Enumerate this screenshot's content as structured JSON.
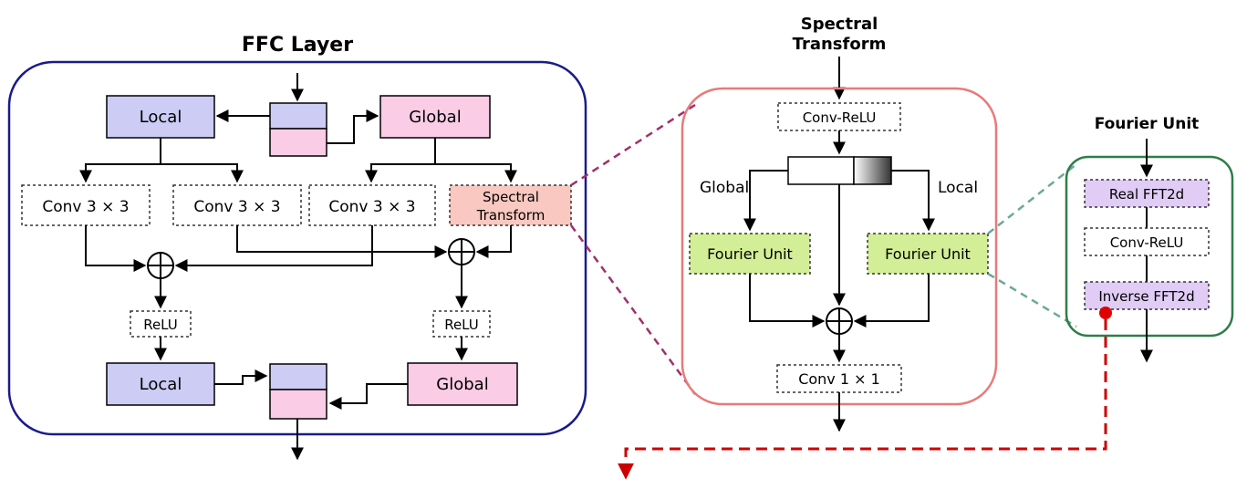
{
  "ffc_layer": {
    "title": "FFC Layer",
    "local_in": "Local",
    "global_in": "Global",
    "conv_local_local": "Conv 3 × 3",
    "conv_local_global": "Conv 3 × 3",
    "conv_global_local": "Conv 3 × 3",
    "spectral_line1": "Spectral",
    "spectral_line2": "Transform",
    "relu_left": "ReLU",
    "relu_right": "ReLU",
    "local_out": "Local",
    "global_out": "Global"
  },
  "spectral_transform": {
    "title_line1": "Spectral",
    "title_line2": "Transform",
    "conv_relu": "Conv-ReLU",
    "global_label": "Global",
    "local_label": "Local",
    "fourier_left": "Fourier Unit",
    "fourier_right": "Fourier Unit",
    "conv_out": "Conv 1 × 1"
  },
  "fourier_unit": {
    "title": "Fourier Unit",
    "real_fft": "Real FFT2d",
    "conv_relu": "Conv-ReLU",
    "inverse_fft": "Inverse FFT2d"
  },
  "colors": {
    "local": "#ccccf5",
    "global": "#fbcce6",
    "spectral": "#f9c8c0",
    "fourier": "#d2ee96",
    "fft": "#e0ccf5",
    "ffc_border": "#1a1a8c",
    "st_border": "#e87a7a",
    "fu_border": "#2e7d4a",
    "dashed_red": "#cc0000"
  }
}
